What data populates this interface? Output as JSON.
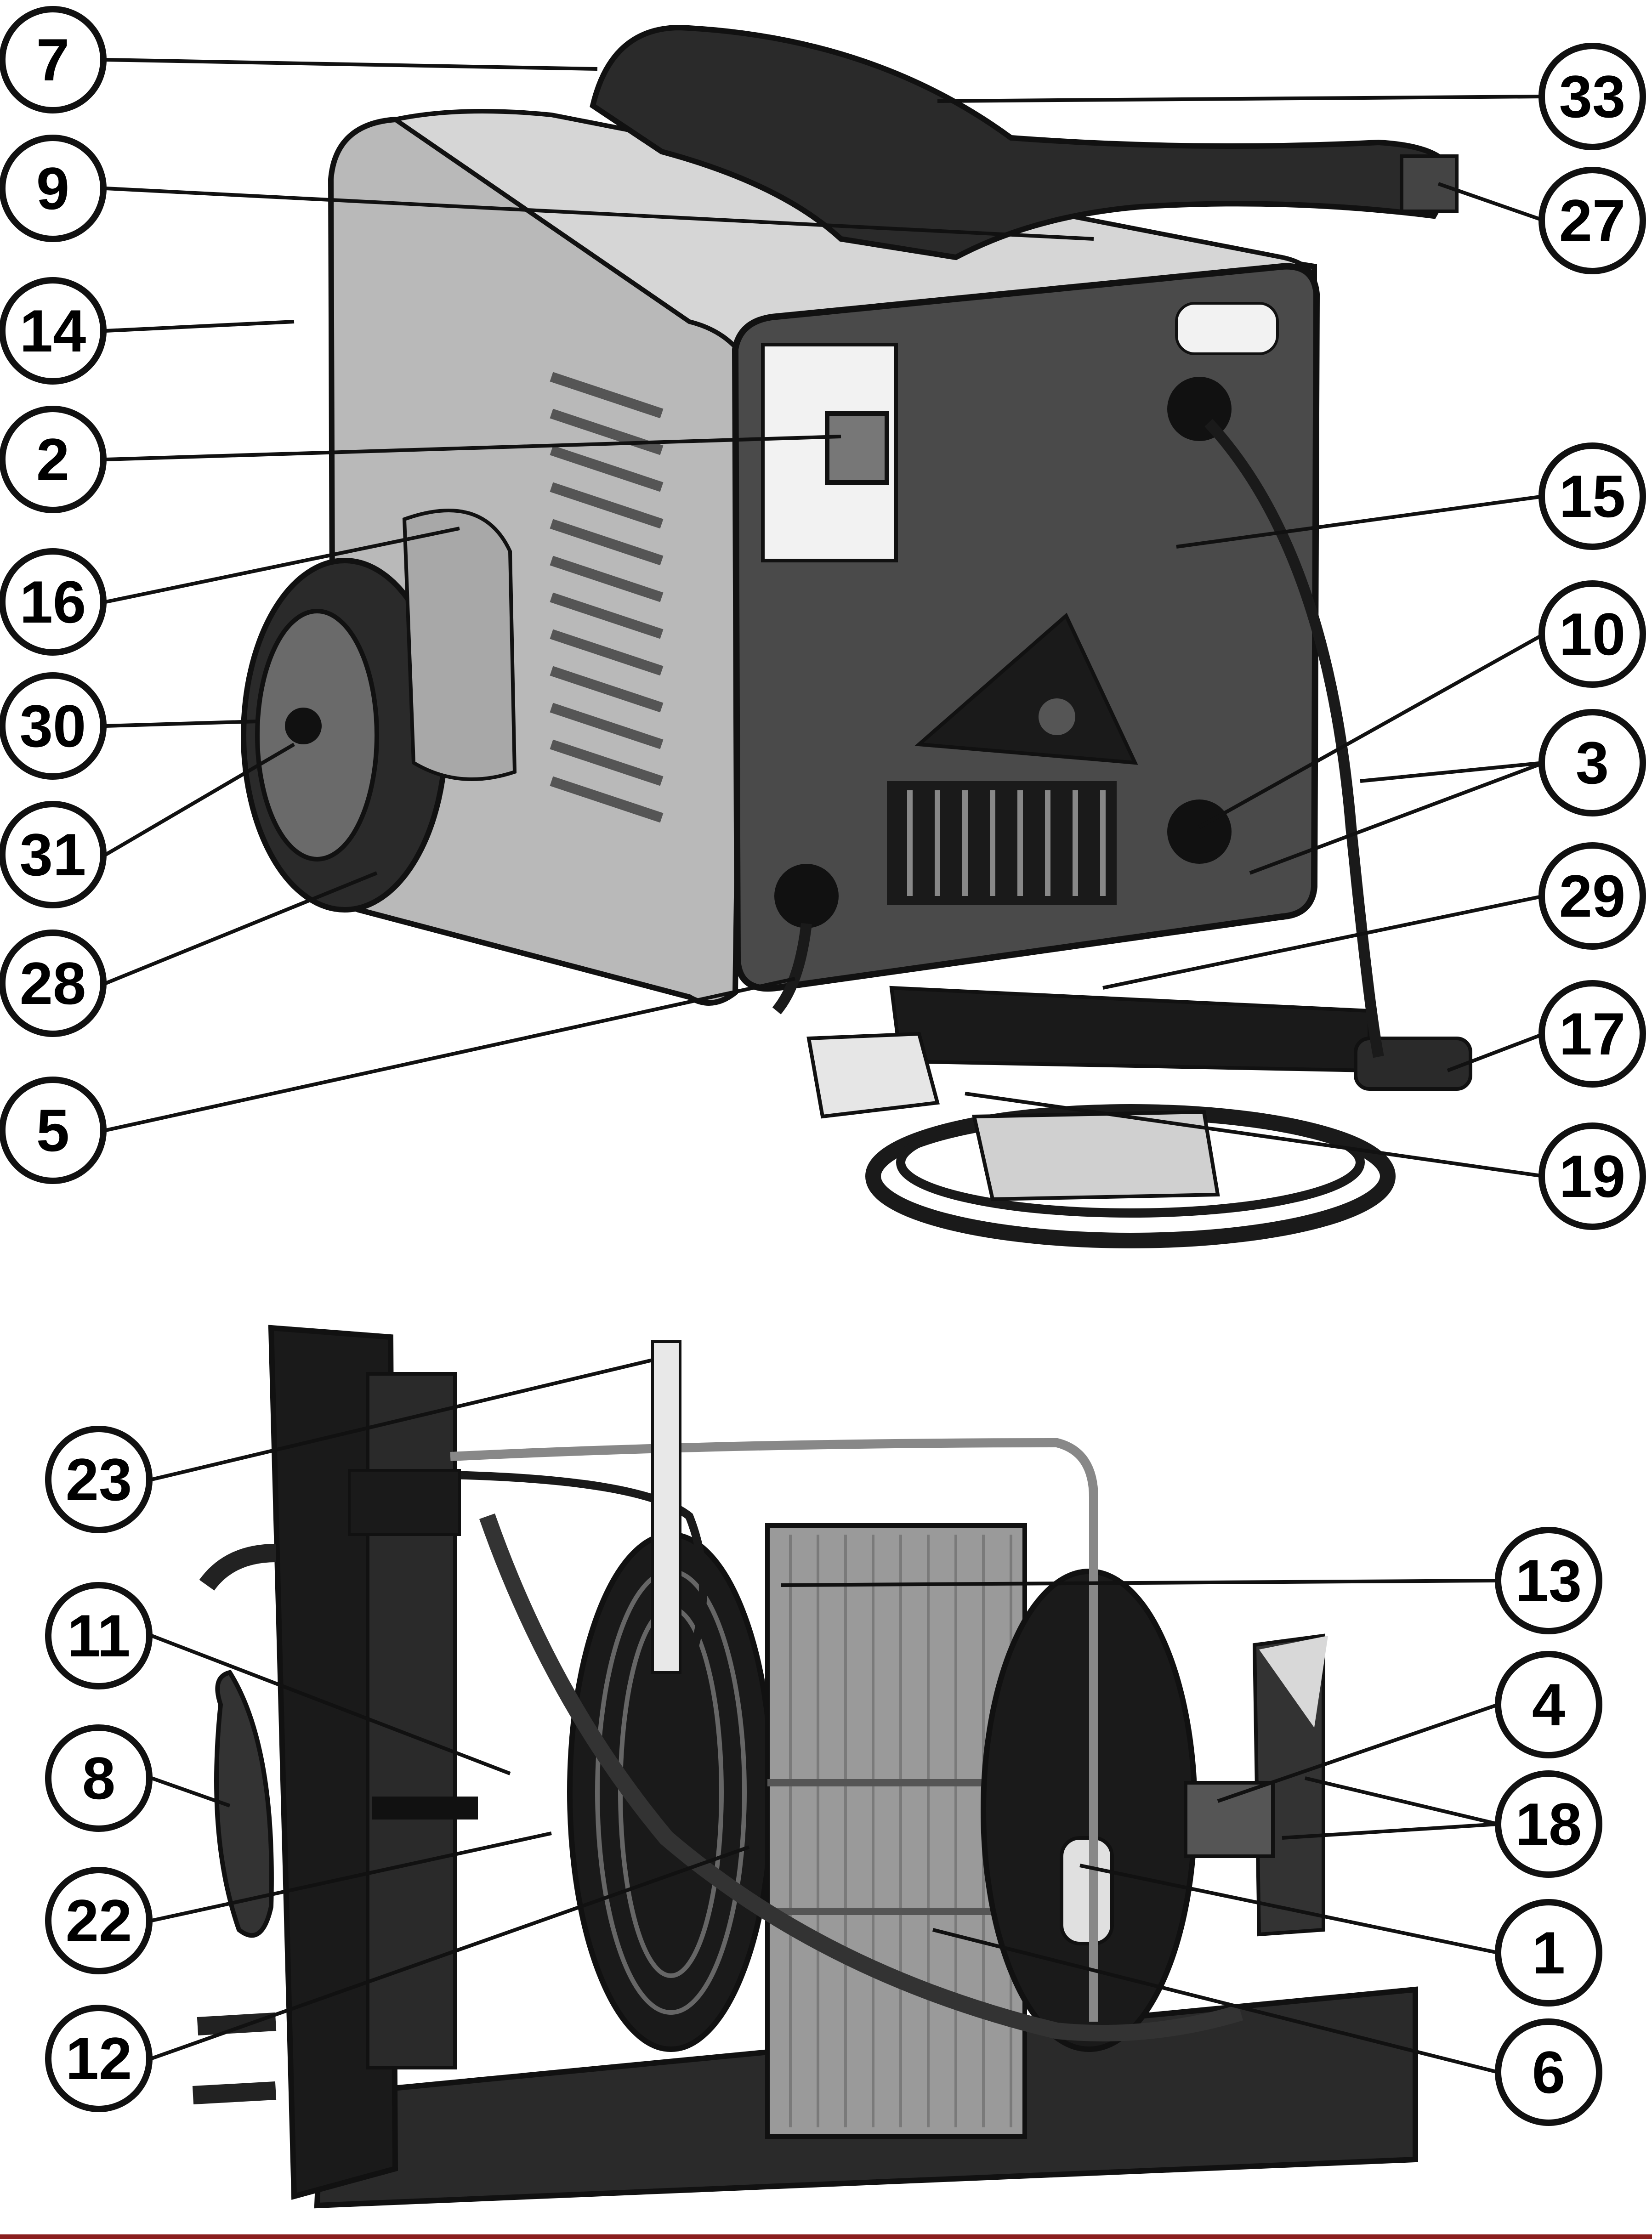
{
  "figure": {
    "description_visible": false,
    "top_view": "welder-exterior",
    "bottom_view": "welder-interior"
  },
  "callouts": [
    {
      "id": "c7",
      "label": "7"
    },
    {
      "id": "c9",
      "label": "9"
    },
    {
      "id": "c14",
      "label": "14"
    },
    {
      "id": "c2",
      "label": "2"
    },
    {
      "id": "c16",
      "label": "16"
    },
    {
      "id": "c30",
      "label": "30"
    },
    {
      "id": "c31",
      "label": "31"
    },
    {
      "id": "c28",
      "label": "28"
    },
    {
      "id": "c5",
      "label": "5"
    },
    {
      "id": "c33",
      "label": "33"
    },
    {
      "id": "c27",
      "label": "27"
    },
    {
      "id": "c15",
      "label": "15"
    },
    {
      "id": "c10",
      "label": "10"
    },
    {
      "id": "c3",
      "label": "3"
    },
    {
      "id": "c29",
      "label": "29"
    },
    {
      "id": "c17",
      "label": "17"
    },
    {
      "id": "c19",
      "label": "19"
    },
    {
      "id": "c23",
      "label": "23"
    },
    {
      "id": "c11",
      "label": "11"
    },
    {
      "id": "c8",
      "label": "8"
    },
    {
      "id": "c22",
      "label": "22"
    },
    {
      "id": "c12",
      "label": "12"
    },
    {
      "id": "c13",
      "label": "13"
    },
    {
      "id": "c4",
      "label": "4"
    },
    {
      "id": "c18",
      "label": "18"
    },
    {
      "id": "c1",
      "label": "1"
    },
    {
      "id": "c6",
      "label": "6"
    }
  ],
  "colors": {
    "outline": "#111111",
    "panel_dark": "#4a4a4a",
    "body_light": "#b9b9b9",
    "handle": "#2a2a2a",
    "core": "#9a9a9a",
    "background": "#ffffff"
  }
}
